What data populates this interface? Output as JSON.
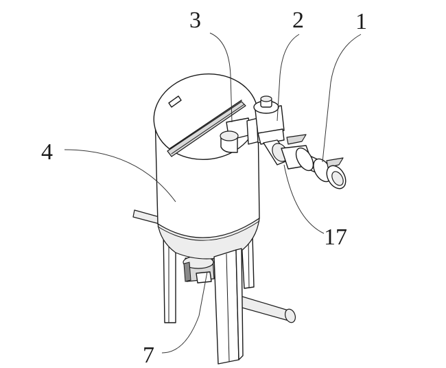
{
  "labels": {
    "pipe_assembly": "1",
    "valve": "2",
    "elbow_fitting": "3",
    "tank": "4",
    "bottom_outlet": "7",
    "connector": "17"
  }
}
